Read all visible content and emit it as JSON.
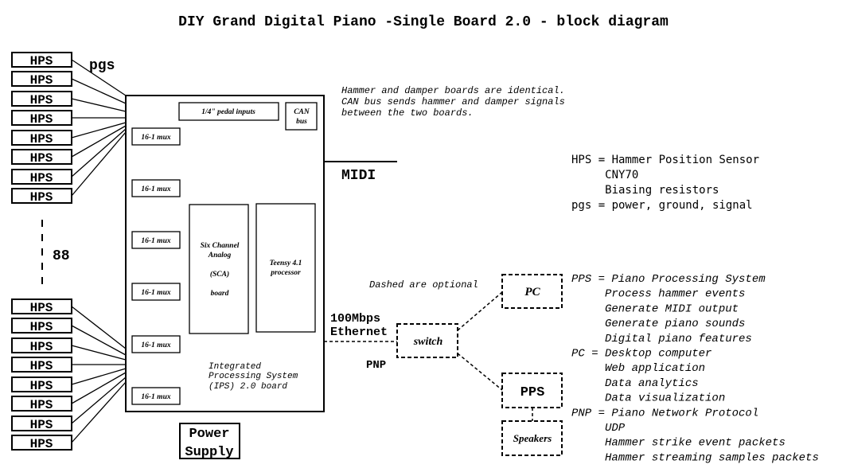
{
  "title": "DIY Grand Digital Piano -Single Board 2.0 - block diagram",
  "hps_label": "HPS",
  "pgs_label": "pgs",
  "count_label": "88",
  "pedal_inputs": "1/4\" pedal inputs",
  "can_bus": [
    "CAN",
    "bus"
  ],
  "mux_label": "16-1 mux",
  "sca_lines": [
    "Six Channel",
    "Analog",
    "(SCA)",
    "board"
  ],
  "teensy_lines": [
    "Teensy 4.1",
    "processor"
  ],
  "ips_lines": [
    "Integrated",
    "Processing System",
    "(IPS) 2.0 board"
  ],
  "power_supply": [
    "Power",
    "Supply"
  ],
  "midi": "MIDI",
  "note_lines": [
    "Hammer and damper boards are identical.",
    "CAN bus sends hammer and damper signals",
    "between the two boards."
  ],
  "dashed_note": "Dashed are optional",
  "ethernet": [
    "100Mbps",
    "Ethernet"
  ],
  "pnp": "PNP",
  "switch": "switch",
  "pc": "PC",
  "pps": "PPS",
  "speakers": "Speakers",
  "legend_hps": [
    "HPS = Hammer Position Sensor",
    "     CNY70",
    "     Biasing resistors",
    "pgs = power, ground, signal"
  ],
  "legend_pps": [
    "PPS = Piano Processing System",
    "     Process hammer events",
    "     Generate MIDI output",
    "     Generate piano sounds",
    "     Digital piano features",
    "PC = Desktop computer",
    "     Web application",
    "     Data analytics",
    "     Data visualization",
    "PNP = Piano Network Protocol",
    "     UDP",
    "     Hammer strike event packets",
    "     Hammer streaming samples packets"
  ]
}
